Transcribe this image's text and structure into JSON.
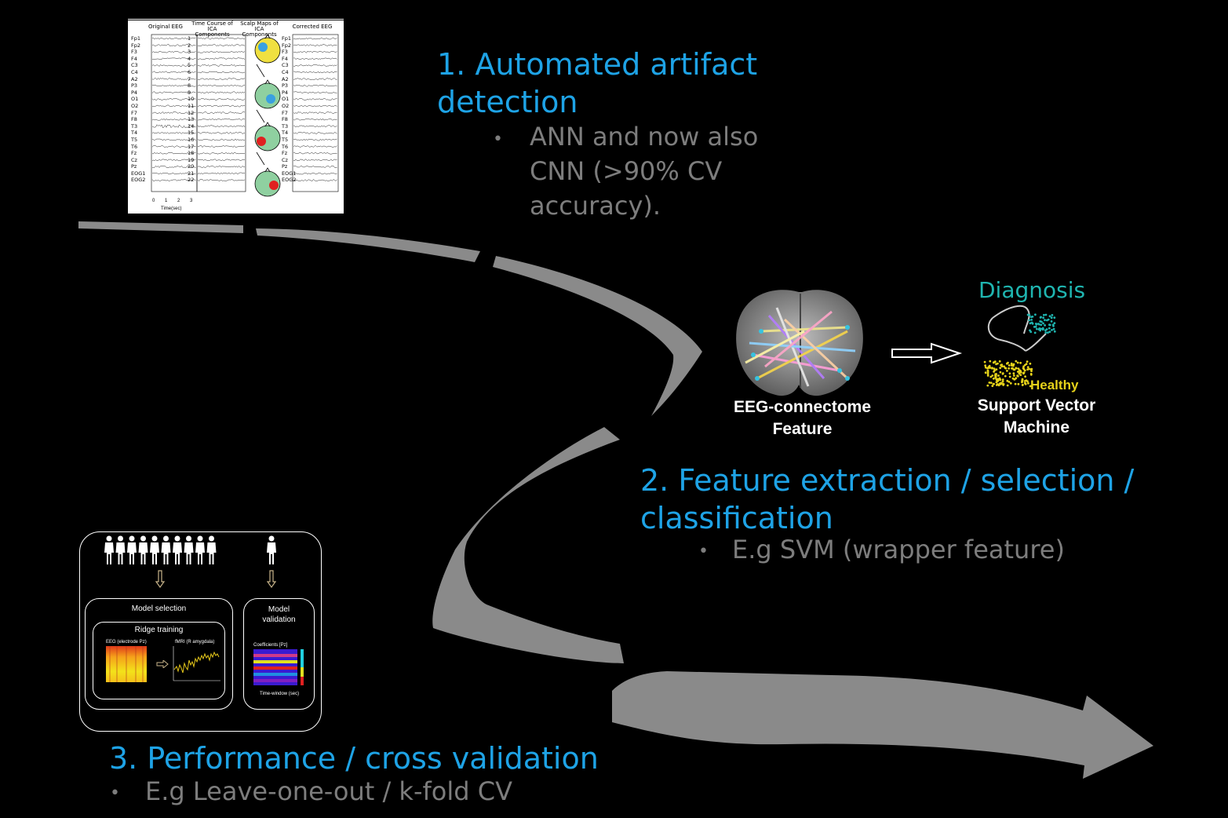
{
  "step1": {
    "heading_line1": "1. Automated artifact",
    "heading_line2": "detection",
    "bullet_line1": "ANN and now also",
    "bullet_line2": "CNN (>90% CV",
    "bullet_line3": "accuracy)."
  },
  "step2": {
    "heading_line1": "2. Feature extraction / selection /",
    "heading_line2": "classification",
    "bullet": "E.g SVM (wrapper feature)"
  },
  "step3": {
    "heading": "3. Performance / cross validation",
    "bullet": "E.g Leave-one-out / k-fold CV"
  },
  "eeg_figure": {
    "col_titles": [
      "Original EEG",
      "Time Course of ICA Components",
      "Scalp Maps of ICA Components",
      "Corrected EEG"
    ],
    "channels": [
      "Fp1",
      "Fp2",
      "F3",
      "F4",
      "C3",
      "C4",
      "A2",
      "P3",
      "P4",
      "O1",
      "O2",
      "F7",
      "F8",
      "T3",
      "T4",
      "T5",
      "T6",
      "Fz",
      "Cz",
      "Pz",
      "EOG1",
      "EOG2"
    ],
    "components": [
      "1",
      "2",
      "3",
      "4",
      "5",
      "6",
      "7",
      "8",
      "9",
      "10",
      "11",
      "12",
      "13",
      "14",
      "15",
      "16",
      "17",
      "18",
      "19",
      "20",
      "21",
      "22"
    ],
    "xticks": [
      "0",
      "1",
      "2",
      "3"
    ],
    "xlabel": "Time(sec)"
  },
  "connectome": {
    "caption_line1": "EEG-connectome",
    "caption_line2": "Feature",
    "svm_label_top": "Diagnosis",
    "svm_label_healthy": "Healthy",
    "svm_caption_line1": "Support Vector",
    "svm_caption_line2": "Machine"
  },
  "model_figure": {
    "model_selection": "Model selection",
    "ridge_training": "Ridge training",
    "model_validation_line1": "Model",
    "model_validation_line2": "validation",
    "eeg_label": "EEG (electrode Pz)",
    "fmri_label": "fMRI (R amygdala)",
    "coef_label": "Coefficients [Pz]",
    "time_window": "Time-window (sec)"
  },
  "colors": {
    "heading": "#1ea3e6",
    "bullet": "#7d7d7d",
    "road": "#8a8a8a",
    "diagnosis": "#1fb5b0",
    "healthy": "#e6d21a"
  }
}
